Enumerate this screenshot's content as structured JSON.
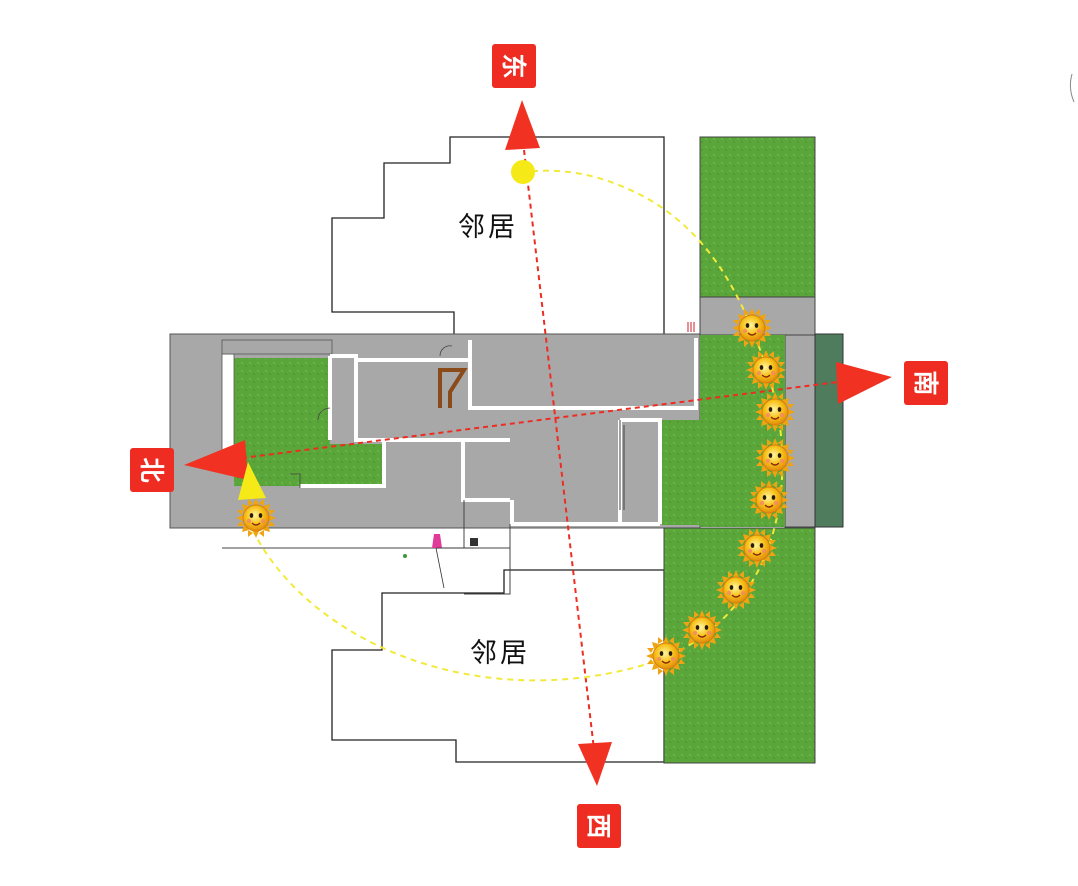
{
  "title": "",
  "neighbors": {
    "top": "邻居",
    "bottom": "邻居"
  },
  "directions": {
    "east": "东",
    "west": "西",
    "south": "南",
    "north": "北"
  },
  "colors": {
    "arrow_red": "#f13223",
    "label_red": "#ee2c22",
    "lawn_green": "#5aa63a",
    "dark_green": "#4f7c5c",
    "paving_gray": "#a6a6a6",
    "sun_path_yellow": "#f2ea3a",
    "sun_yellow": "#f6e918",
    "wall_outline": "#222222"
  },
  "icons": {
    "sun": "smiling-sun-icon",
    "sunrise": "sun-dot-icon"
  },
  "sun_positions_count": 11
}
